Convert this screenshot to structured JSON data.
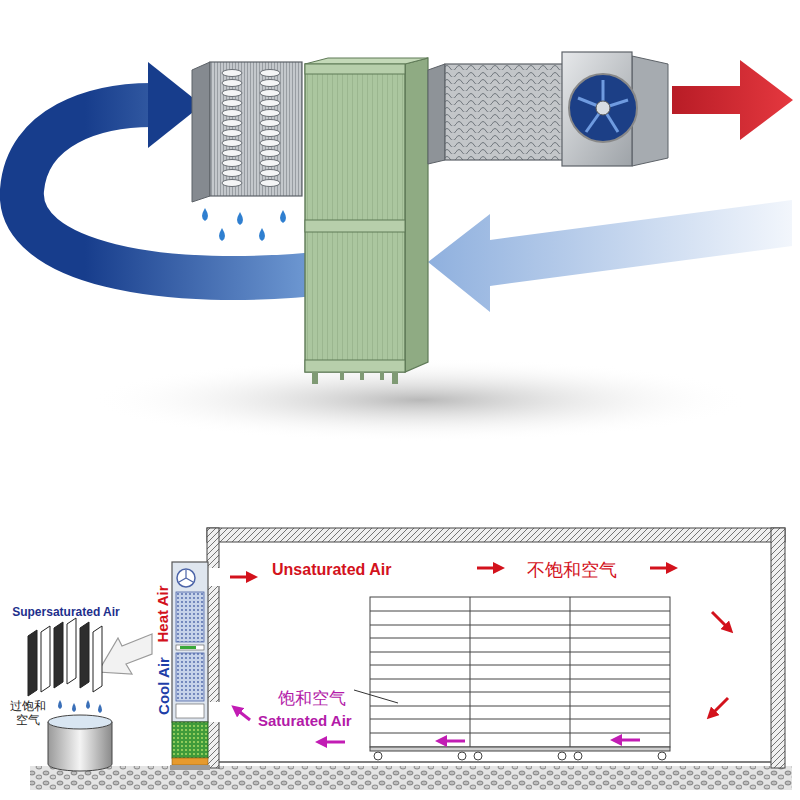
{
  "diagram": {
    "labels": [
      "Unsaturated Air",
      "不饱和空气",
      "Heat Air",
      "Cool Air",
      "Supersaturated Air",
      "过饱和 空气",
      "饱和空气",
      "Saturated Air"
    ]
  }
}
